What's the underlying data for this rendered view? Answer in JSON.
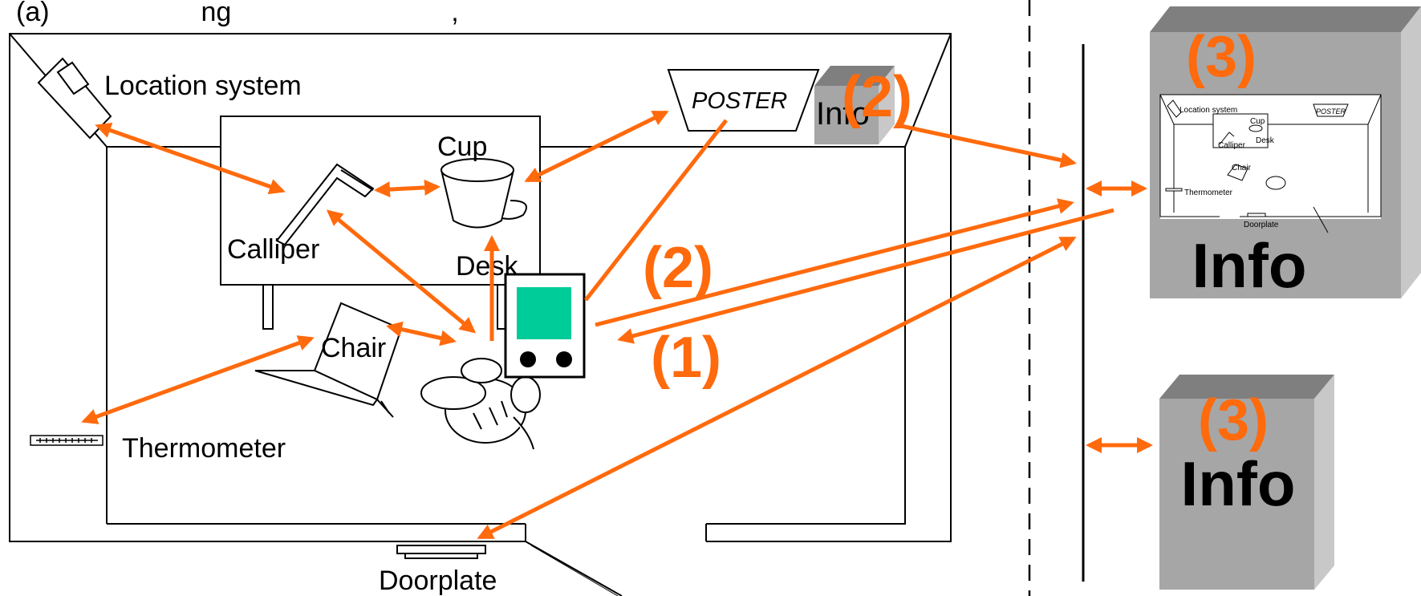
{
  "colors": {
    "arrow": "#ff6a0d",
    "device_screen": "#00cc99",
    "info_front": "#a6a6a6",
    "info_top": "#7f7f7f",
    "info_side": "#c8c8c8",
    "outline": "#000000"
  },
  "caption": "(a)                    ng                             ,",
  "room": {
    "objects": {
      "location_system": "Location system",
      "poster": "POSTER",
      "info": "Info",
      "cup": "Cup",
      "calliper": "Calliper",
      "desk": "Desk",
      "chair": "Chair",
      "thermometer": "Thermometer",
      "doorplate": "Doorplate"
    },
    "step_labels": {
      "info_link": "(2)",
      "device_link": "(2)",
      "device_return": "(1)"
    }
  },
  "remote": {
    "info_box_large": {
      "label": "Info",
      "step": "(3)"
    },
    "info_box_small": {
      "label": "Info",
      "step": "(3)"
    },
    "thumbnail": {
      "location_system": "Location system",
      "poster": "POSTER",
      "cup": "Cup",
      "calliper": "Calliper",
      "desk": "Desk",
      "chair": "Chair",
      "thermometer": "Thermometer",
      "doorplate": "Doorplate"
    }
  }
}
